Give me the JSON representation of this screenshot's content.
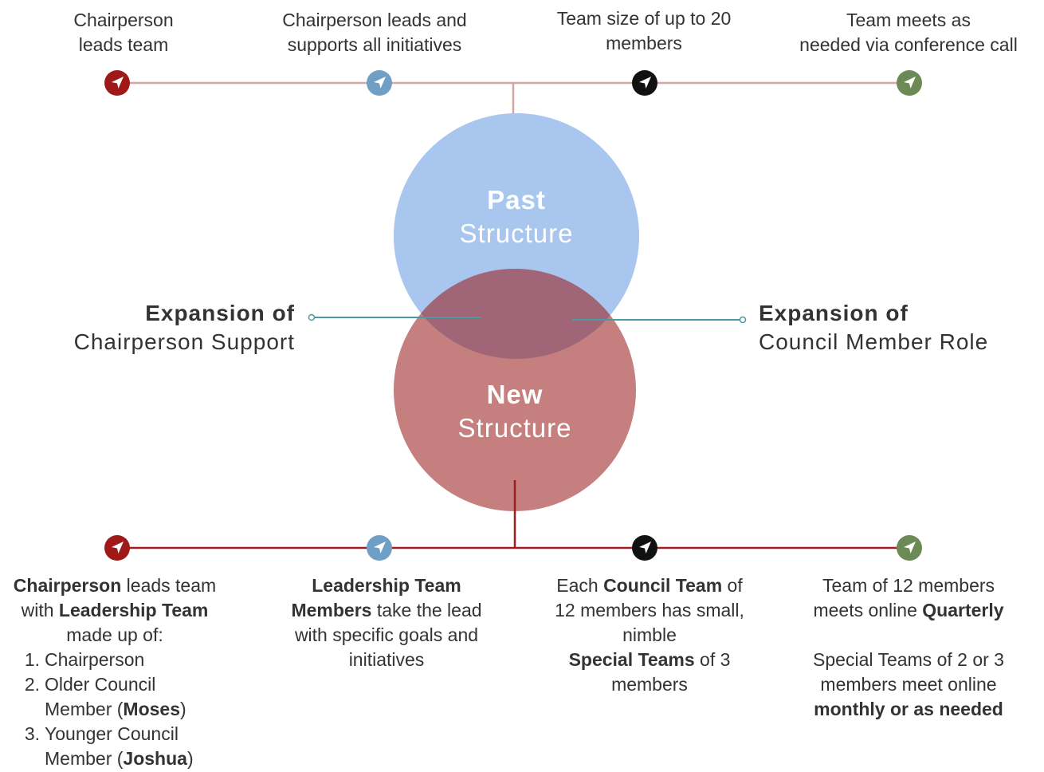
{
  "colors": {
    "red": "#a01919",
    "blue": "#6f9fc4",
    "black": "#111111",
    "green": "#6b8a55",
    "past_circle": "#a9c7ee",
    "new_circle": "#c47f7e",
    "overlap": "#a06678",
    "top_line": "#d3a4a2",
    "bottom_line": "#a01b22",
    "teal_line": "#4b9aa2"
  },
  "icons": [
    "navigation-arrow-icon"
  ],
  "past": {
    "title_bold": "Past",
    "title_rest": "Structure",
    "points": [
      {
        "text": "Chairperson\nleads team",
        "color": "red"
      },
      {
        "text": "Chairperson leads and\nsupports all initiatives",
        "color": "blue"
      },
      {
        "text": "Team size of up to 20\nmembers",
        "color": "black"
      },
      {
        "text": "Team meets as\nneeded via conference call",
        "color": "green"
      }
    ]
  },
  "new": {
    "title_bold": "New",
    "title_rest": "Structure",
    "points": [
      {
        "color": "red"
      },
      {
        "color": "blue"
      },
      {
        "color": "black"
      },
      {
        "color": "green"
      }
    ],
    "p1": {
      "b1": "Chairperson",
      "t1": " leads team",
      "t2": "with ",
      "b2": "Leadership Team",
      "t3": "made up of:",
      "list": [
        {
          "num": "1.",
          "text": "Chairperson"
        },
        {
          "num": "2.",
          "text": "Older Council",
          "text2": "Member (",
          "bold": "Moses",
          "end": ")"
        },
        {
          "num": "3.",
          "text": "Younger Council",
          "text2": "Member (",
          "bold": "Joshua",
          "end": ")"
        }
      ]
    },
    "p2": {
      "b1": "Leadership Team",
      "b2": "Members",
      "t2": " take the lead",
      "t3": "with specific goals and",
      "t4": "initiatives"
    },
    "p3": {
      "t1": "Each ",
      "b1": "Council Team",
      "t1b": " of",
      "t2": "12 members has small,",
      "t3": "nimble",
      "b2": "Special Teams",
      "t4": " of 3",
      "t5": "members"
    },
    "p4": {
      "t1": "Team of 12 members",
      "t2": "meets online ",
      "b1": "Quarterly",
      "t3": "Special Teams of 2 or 3",
      "t4": "members meet online",
      "b2": "monthly or as needed"
    }
  },
  "expansion_left": {
    "bold": "Expansion of",
    "rest": "Chairperson Support"
  },
  "expansion_right": {
    "bold": "Expansion of",
    "rest": "Council Member Role"
  }
}
